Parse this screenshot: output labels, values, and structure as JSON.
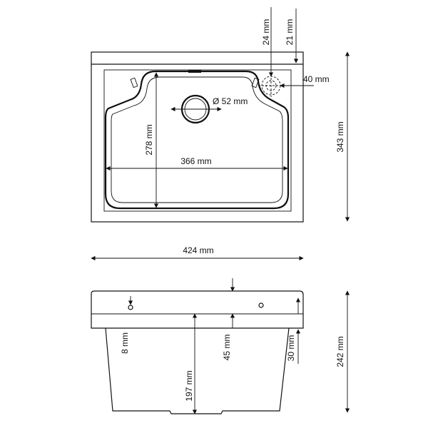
{
  "drawing": {
    "top_view": {
      "dim_depth_total": "343 mm",
      "dim_inner_width": "366 mm",
      "dim_inner_depth": "278 mm",
      "dim_drain": "Ø 52 mm",
      "dim_tap_offset_x": "40 mm",
      "dim_tap_offset_y": "24 mm",
      "dim_rim": "21 mm"
    },
    "overall": {
      "dim_width": "424 mm"
    },
    "side_view": {
      "dim_height_total": "242 mm",
      "dim_bowl_depth": "197 mm",
      "dim_rim_height": "45 mm",
      "dim_overflow": "8 mm",
      "dim_side": "30 mm"
    }
  }
}
